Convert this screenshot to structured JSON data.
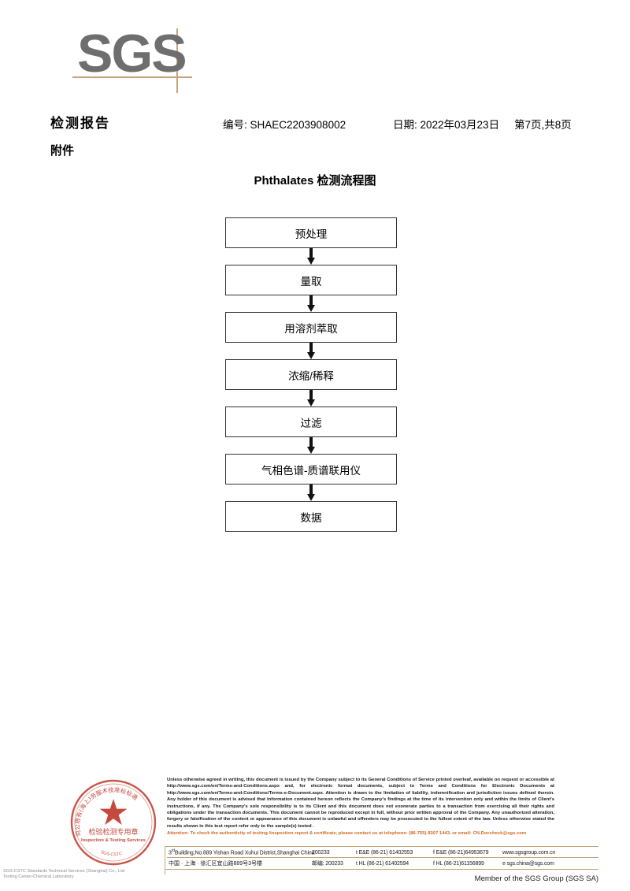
{
  "logo": {
    "text": "SGS",
    "rule_color": "#c6a47c",
    "text_color": "#6e6e6e"
  },
  "header": {
    "report_title": "检测报告",
    "attachment_label": "附件",
    "report_no": "编号: SHAEC2203908002",
    "date": "日期: 2022年03月23日",
    "page": "第7页,共8页"
  },
  "flowchart": {
    "type": "flowchart",
    "title": "Phthalates 检测流程图",
    "orientation": "vertical-top-to-bottom",
    "steps": [
      {
        "id": 1,
        "label": "预处理"
      },
      {
        "id": 2,
        "label": "量取"
      },
      {
        "id": 3,
        "label": "用溶剂萃取"
      },
      {
        "id": 4,
        "label": "浓缩/稀释"
      },
      {
        "id": 5,
        "label": "过滤"
      },
      {
        "id": 6,
        "label": "气相色谱-质谱联用仪"
      },
      {
        "id": 7,
        "label": "数据"
      }
    ]
  },
  "stamp": {
    "arc_top_text": "司公限有(海上)务服术技准标标通",
    "center_cn": "检验检测专用章",
    "center_en": "Inspection & Testing Services",
    "arc_bottom_text": "SGS-CSTC",
    "overlay_line1": "SGS-CSTC Standards Technical Services (Shanghai) Co., Ltd.",
    "overlay_line2": "Testing Center-Chemical Laboratory",
    "color": "#c0392b"
  },
  "footer": {
    "legal": "Unless otherwise agreed in writing, this document is issued by the Company subject to its General Conditions of Service printed overleaf, available on request or accessible at http://www.sgs.com/en/Terms-and-Conditions.aspx and, for electronic format documents, subject to Terms and Conditions for Electronic Documents at http://www.sgs.com/en/Terms-and-Conditions/Terms-e-Document.aspx. Attention is drawn to the limitation of liability, indemnification and jurisdiction issues defined therein. Any holder of this document is advised that information contained hereon reflects the Company's findings at the time of its intervention only and within the limits of Client's instructions, if any. The Company's sole responsibility is to its Client and this document does not exonerate parties to a transaction from exercising all their rights and obligations under the transaction documents. This document cannot be reproduced except in full, without prior written approval of the Company. Any unauthorized alteration, forgery or falsification of the content or appearance of this document is unlawful and offenders may be prosecuted to the fullest extent of the law. Unless otherwise stated the results shown in this test report refer only to the sample(s) tested .",
    "attention": "Attention: To check the authenticity of testing /inspection report & certificate, please contact us at telephone: (86-755) 8307 1443, or email: CN.Doccheck@sgs.com",
    "attention_color": "#d2691e",
    "address_en": "Building,No.889 Yishan Road Xuhui District,Shanghai China",
    "address_en_prefix": "3",
    "address_en_sup": "rd",
    "address_cn": "中国 · 上海 · 徐汇区宜山路889号3号楼",
    "zip_en": "200233",
    "zip_cn": "邮编: 200233",
    "tel_1": "t E&E (86-21) 61402553",
    "fax_1": "f E&E (86-21)64953679",
    "tel_2": "t HL (86-21) 61402594",
    "fax_2": "f HL (86-21)61156899",
    "web": "www.sgsgroup.com.cn",
    "email": "e  sgs.china@sgs.com",
    "member": "Member of the SGS Group (SGS SA)"
  }
}
